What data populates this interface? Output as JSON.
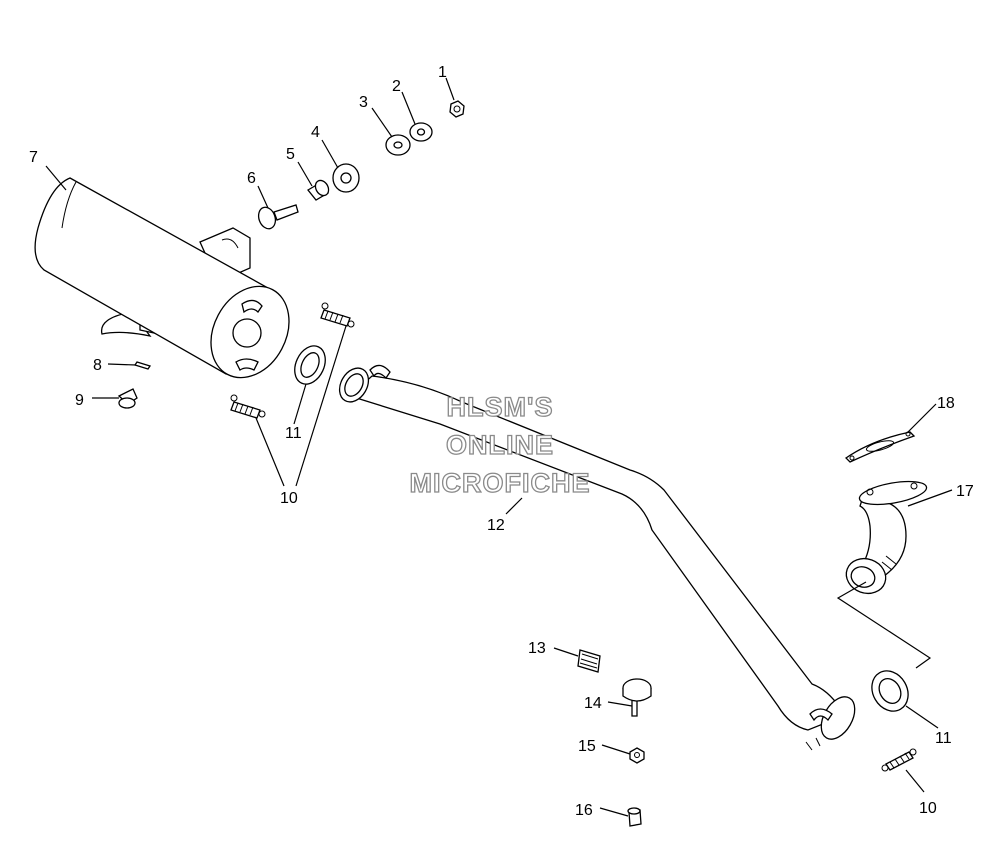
{
  "watermark": {
    "line1": "HLSM'S",
    "line2": "ONLINE",
    "line3": "MICROFICHE"
  },
  "callouts": {
    "c1": "1",
    "c2": "2",
    "c3": "3",
    "c4": "4",
    "c5": "5",
    "c6": "6",
    "c7": "7",
    "c8": "8",
    "c9": "9",
    "c10a": "10",
    "c10b": "10",
    "c11a": "11",
    "c11b": "11",
    "c12": "12",
    "c13": "13",
    "c14": "14",
    "c15": "15",
    "c16": "16",
    "c17": "17",
    "c18": "18"
  }
}
